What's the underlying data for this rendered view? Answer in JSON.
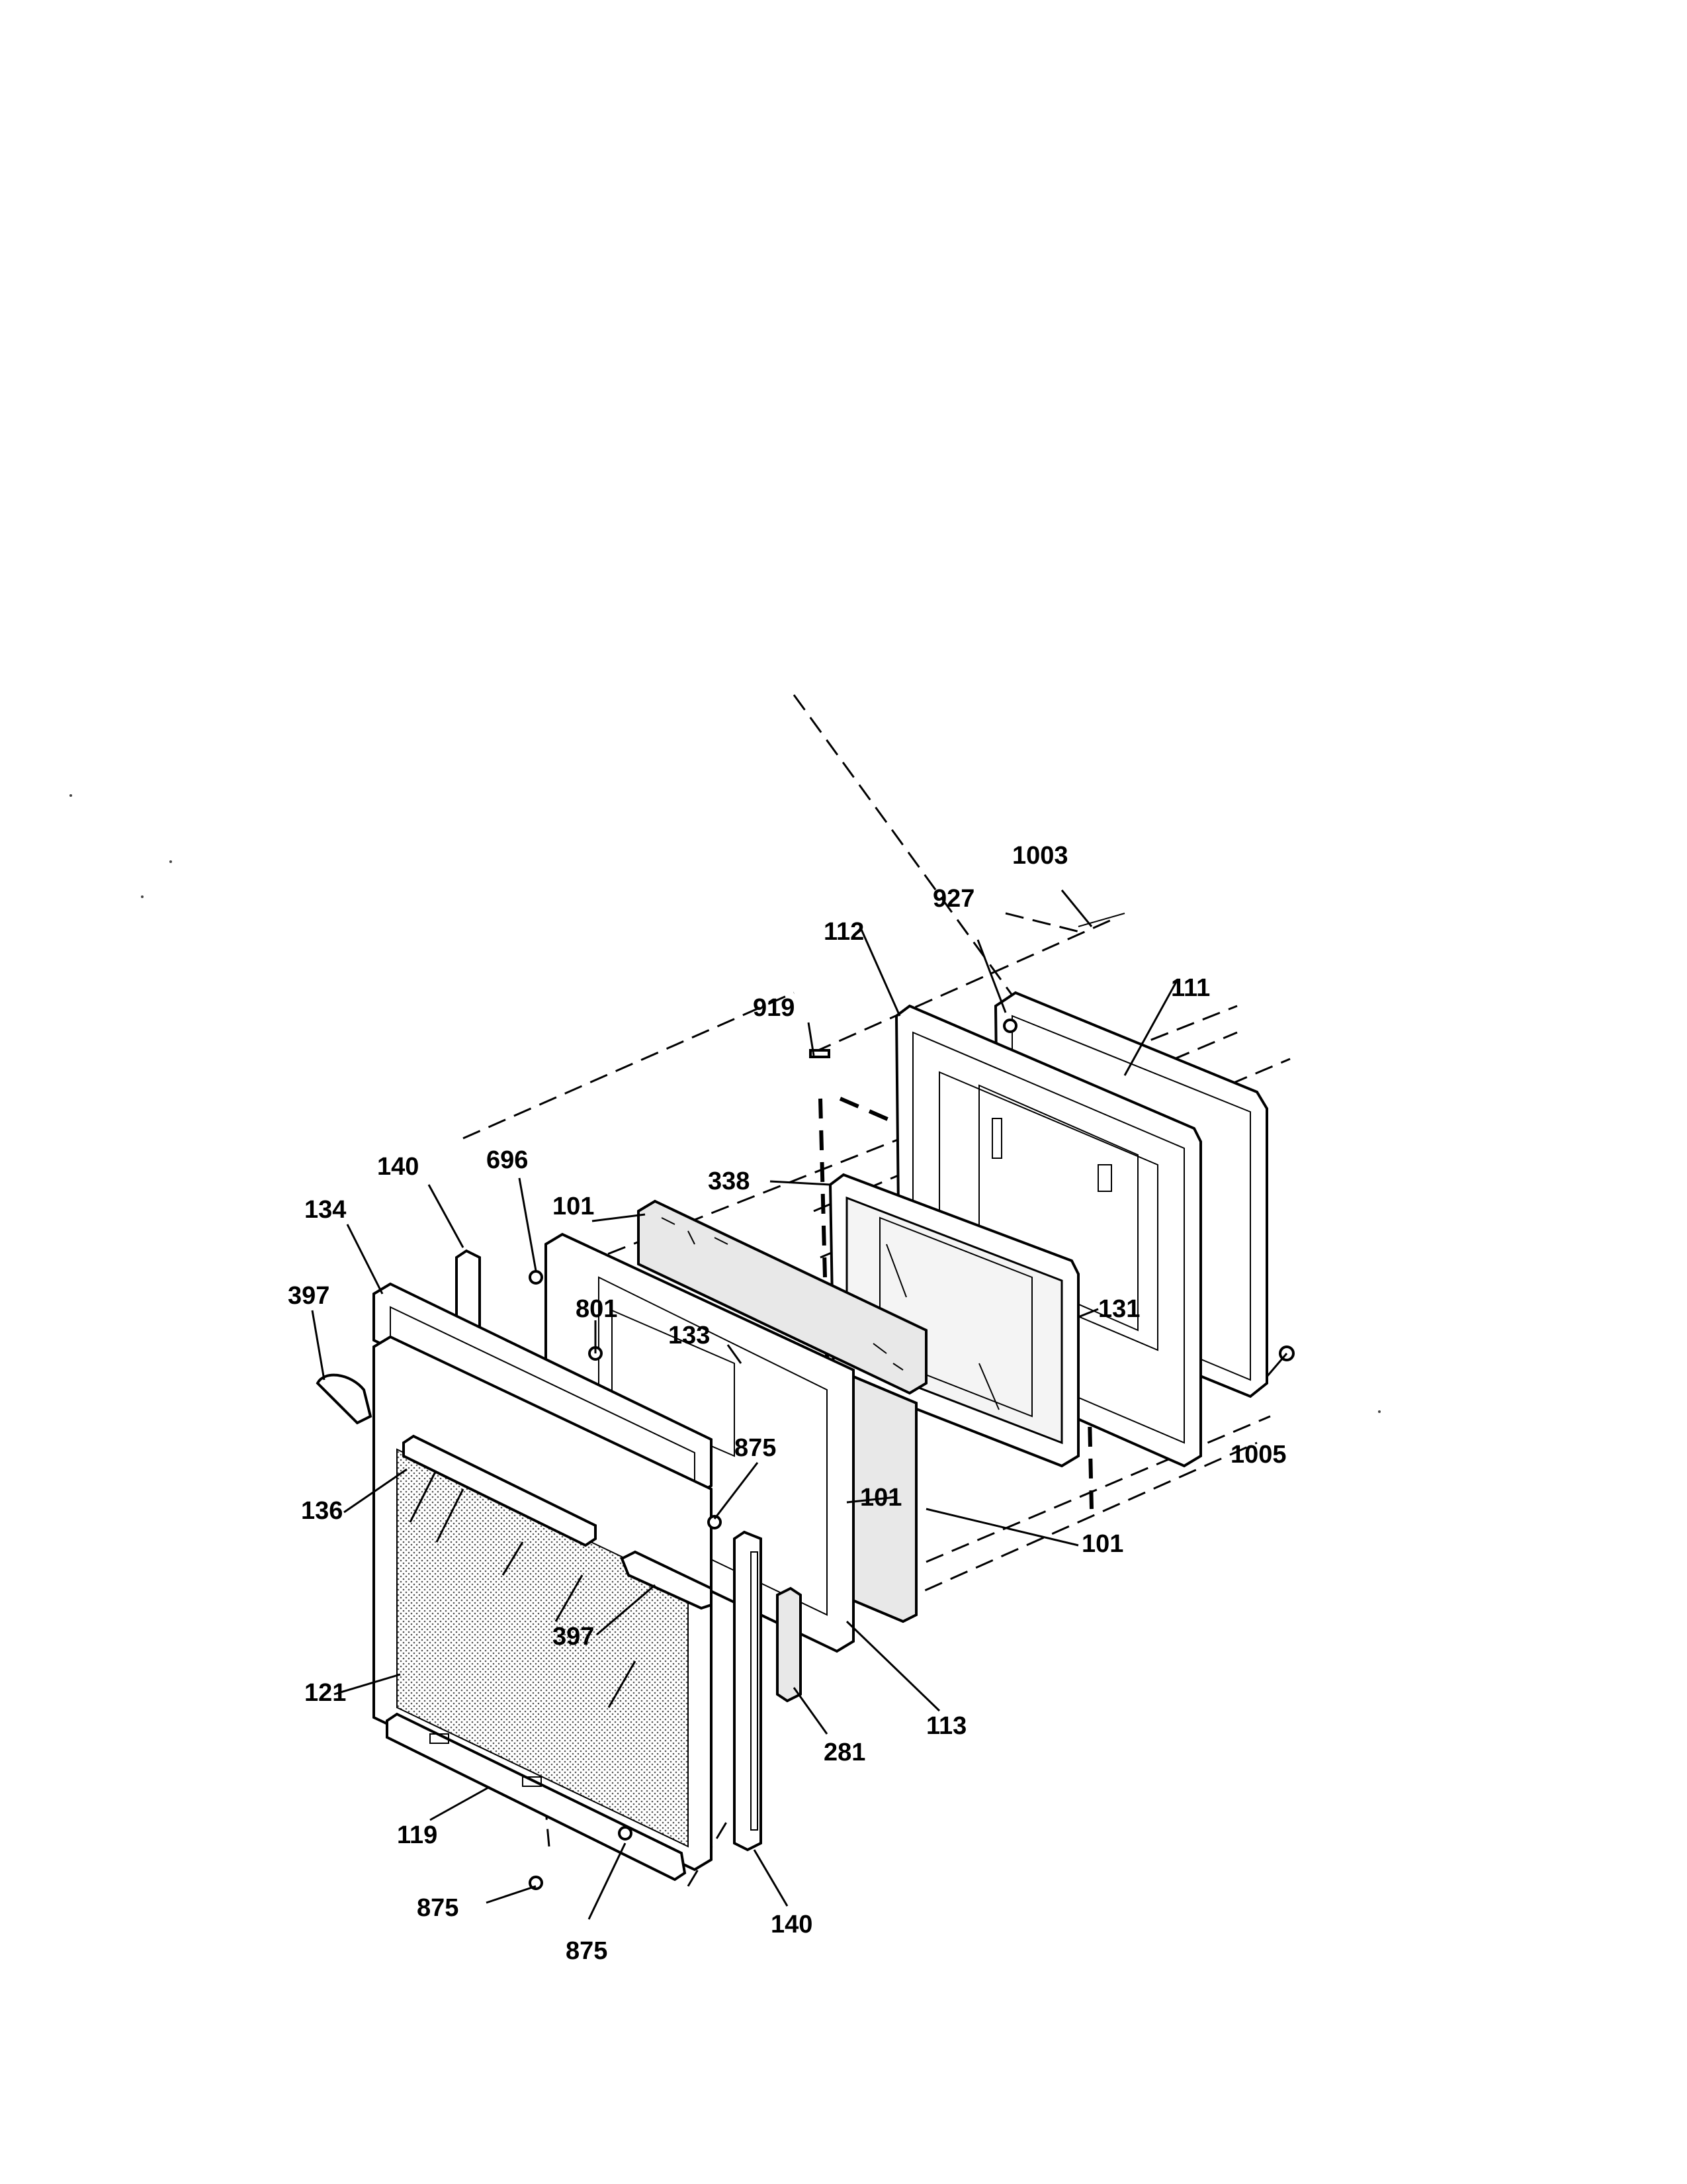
{
  "callouts": [
    {
      "id": "c1003",
      "text": "1003"
    },
    {
      "id": "c927",
      "text": "927"
    },
    {
      "id": "c112",
      "text": "112"
    },
    {
      "id": "c111",
      "text": "111"
    },
    {
      "id": "c919",
      "text": "919"
    },
    {
      "id": "c140a",
      "text": "140"
    },
    {
      "id": "c696",
      "text": "696"
    },
    {
      "id": "c101a",
      "text": "101"
    },
    {
      "id": "c338",
      "text": "338"
    },
    {
      "id": "c134",
      "text": "134"
    },
    {
      "id": "c397a",
      "text": "397"
    },
    {
      "id": "c801",
      "text": "801"
    },
    {
      "id": "c133",
      "text": "133"
    },
    {
      "id": "c131",
      "text": "131"
    },
    {
      "id": "c1005",
      "text": "1005"
    },
    {
      "id": "c875a",
      "text": "875"
    },
    {
      "id": "c136",
      "text": "136"
    },
    {
      "id": "c101b",
      "text": "101"
    },
    {
      "id": "c101c",
      "text": "101"
    },
    {
      "id": "c397b",
      "text": "397"
    },
    {
      "id": "c121",
      "text": "121"
    },
    {
      "id": "c113",
      "text": "113"
    },
    {
      "id": "c281",
      "text": "281"
    },
    {
      "id": "c119",
      "text": "119"
    },
    {
      "id": "c875b",
      "text": "875"
    },
    {
      "id": "c875c",
      "text": "875"
    },
    {
      "id": "c140b",
      "text": "140"
    }
  ]
}
